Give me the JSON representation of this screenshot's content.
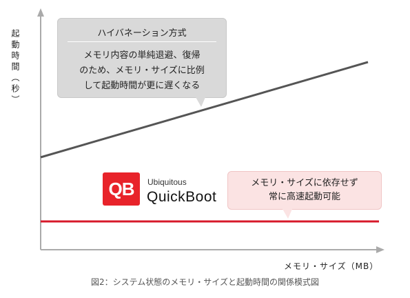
{
  "axes": {
    "y_label": "起動時間（秒）",
    "x_label": "メモリ・サイズ（MB）"
  },
  "hibernation": {
    "title": "ハイバネーション方式",
    "line1": "メモリ内容の単純退避、復帰",
    "line2": "のため、メモリ・サイズに比例",
    "line3": "して起動時間が更に遅くなる",
    "color": "#555555"
  },
  "quickboot": {
    "logo_mark": "QB",
    "logo_sub": "Ubiquitous",
    "logo_name": "QuickBoot",
    "line1": "メモリ・サイズに依存せず",
    "line2": "常に高速起動可能",
    "color": "#d7192a"
  },
  "caption": "図2：システム状態のメモリ・サイズと起動時間の関係模式図"
}
